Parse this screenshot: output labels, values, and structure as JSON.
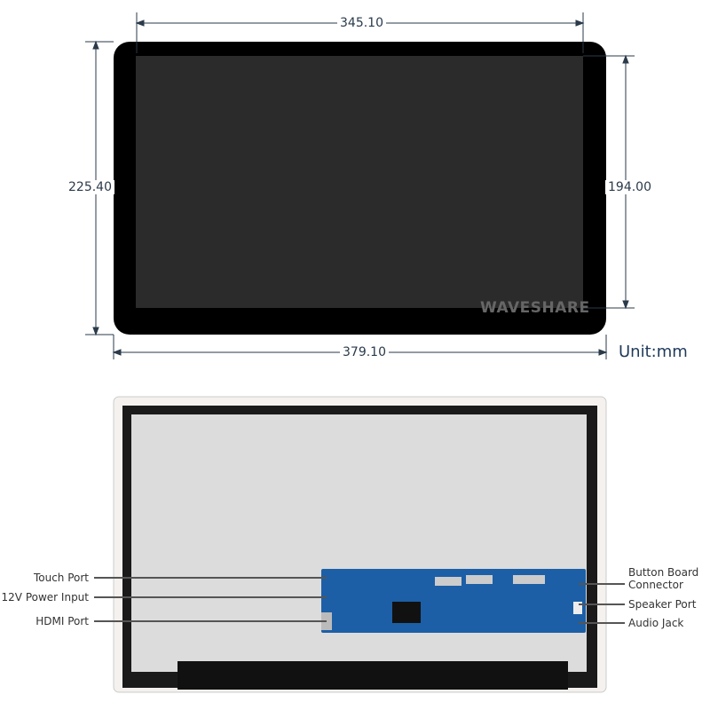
{
  "front_view": {
    "width_screen": "345.10",
    "height_overall": "225.40",
    "height_screen": "194.00",
    "width_overall": "379.10",
    "unit": "Unit:mm",
    "brand": "WAVESHARE"
  },
  "back_view": {
    "left_labels": [
      "Touch Port",
      "12V Power Input",
      "HDMI Port"
    ],
    "right_labels": [
      {
        "line1": "Button Board",
        "line2": "Connector"
      },
      {
        "line1": "Speaker Port"
      },
      {
        "line1": "Audio Jack"
      }
    ]
  },
  "colors": {
    "bezel": "#000000",
    "screen": "#2b2b2b",
    "board": "#1c5fa6",
    "dimension": "#2a3a4a"
  }
}
